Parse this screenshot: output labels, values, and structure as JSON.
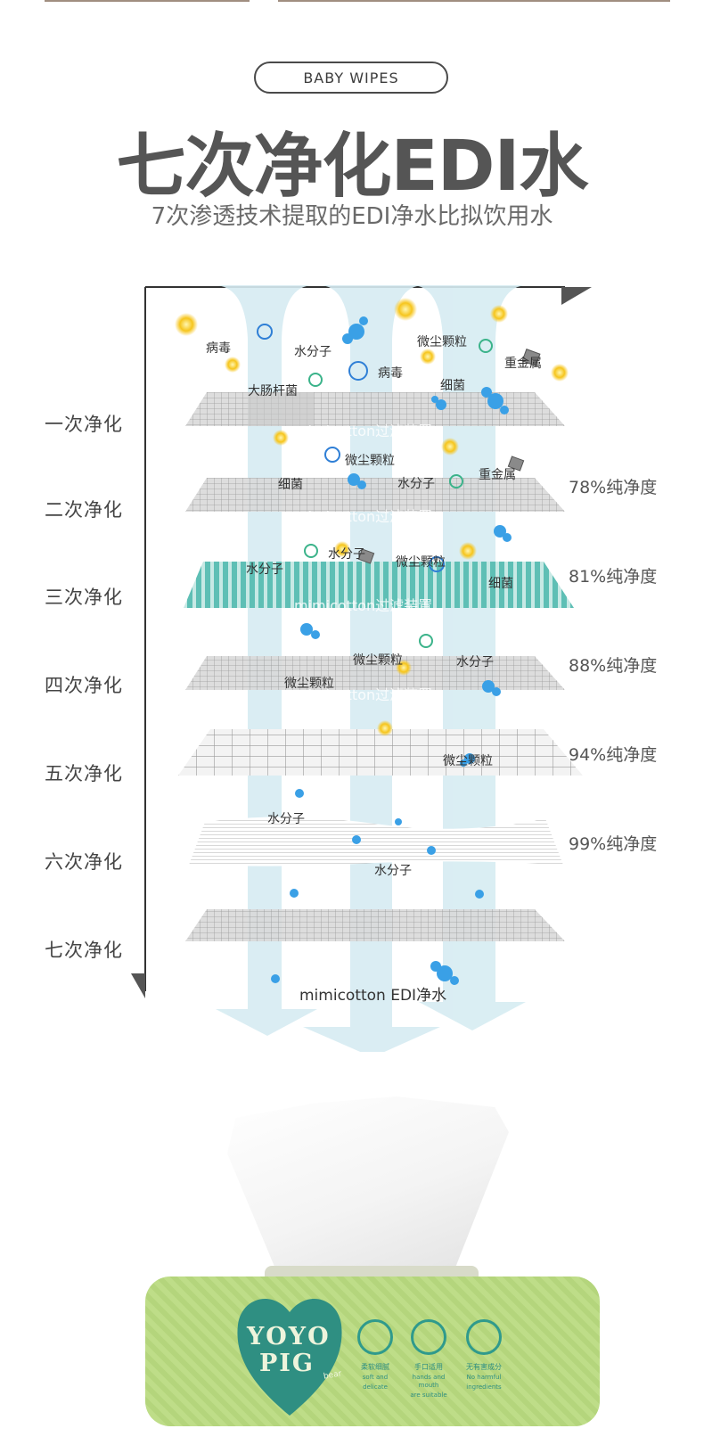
{
  "header": {
    "tag_label": "BABY WIPES",
    "title": "七次净化EDI水",
    "subtitle": "7次渗透技术提取的EDI净水比拟饮用水"
  },
  "stages": [
    {
      "label": "一次净化",
      "purity": "",
      "layer_text": "mimicotton过滤装置"
    },
    {
      "label": "二次净化",
      "purity": "78%纯净度",
      "layer_text": "mimicotton过滤装置"
    },
    {
      "label": "三次净化",
      "purity": "81%纯净度",
      "layer_text": "mimicotton过滤装置"
    },
    {
      "label": "四次净化",
      "purity": "88%纯净度",
      "layer_text": "mimicotton过滤装置"
    },
    {
      "label": "五次净化",
      "purity": "94%纯净度",
      "layer_text": ""
    },
    {
      "label": "六次净化",
      "purity": "99%纯净度",
      "layer_text": ""
    },
    {
      "label": "七次净化",
      "purity": "",
      "layer_text": ""
    }
  ],
  "particle_labels": [
    "病毒",
    "水分子",
    "微尘颗粒",
    "重金属",
    "病毒",
    "细菌",
    "大肠杆菌",
    "微尘颗粒",
    "细菌",
    "水分子",
    "重金属",
    "水分子",
    "水分子",
    "微尘颗粒",
    "细菌",
    "微尘颗粒",
    "水分子",
    "微尘颗粒",
    "微尘颗粒",
    "水分子",
    "水分子"
  ],
  "final_label": "mimicotton EDI净水",
  "product": {
    "brand_line1": "YOYO",
    "brand_line2": "PIG",
    "brand_sub": "bear",
    "features": [
      {
        "icon": "soft-icon",
        "zh": "柔软细腻",
        "en1": "soft and",
        "en2": "delicate"
      },
      {
        "icon": "baby-face-icon",
        "zh": "手口适用",
        "en1": "hands and mouth",
        "en2": "are suitable"
      },
      {
        "icon": "no-harm-icon",
        "zh": "无有害成分",
        "en1": "No harmful",
        "en2": "ingredients"
      }
    ]
  },
  "colors": {
    "title": "#555555",
    "arrow": "#d6ecf2",
    "mesh": "#9a9a9a",
    "teal_layer": "#5fbfb5",
    "package_green": "#bedd88",
    "heart_teal": "#2f8f82"
  }
}
